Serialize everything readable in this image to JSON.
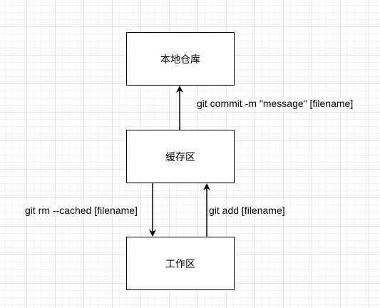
{
  "nodes": {
    "local_repo": "本地仓库",
    "staging_area": "缓存区",
    "working_dir": "工作区"
  },
  "edges": {
    "commit": "git commit -m \"message\" [filename]",
    "rm_cached": "git rm --cached [filename]",
    "add": "git add [filename]"
  }
}
